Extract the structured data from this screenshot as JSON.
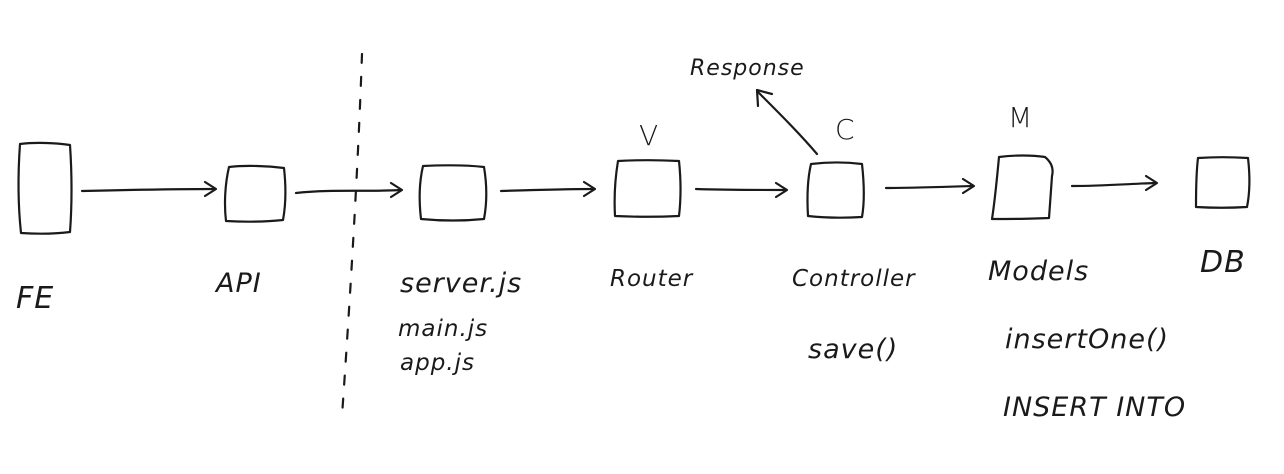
{
  "nodes": [
    {
      "id": "fe",
      "label": "FE",
      "notes": []
    },
    {
      "id": "api",
      "label": "API",
      "notes": []
    },
    {
      "id": "server",
      "label": "server.js",
      "notes": [
        "main.js",
        "app.js"
      ]
    },
    {
      "id": "router",
      "label": "Router",
      "tag": "V",
      "notes": []
    },
    {
      "id": "controller",
      "label": "Controller",
      "tag": "C",
      "notes": [
        "save()"
      ]
    },
    {
      "id": "models",
      "label": "Models",
      "tag": "M",
      "notes": [
        "insertOne()",
        "INSERT INTO"
      ]
    },
    {
      "id": "db",
      "label": "DB",
      "notes": []
    }
  ],
  "response_label": "Response",
  "colors": {
    "ink": "#1a1a1a",
    "background": "#ffffff"
  }
}
